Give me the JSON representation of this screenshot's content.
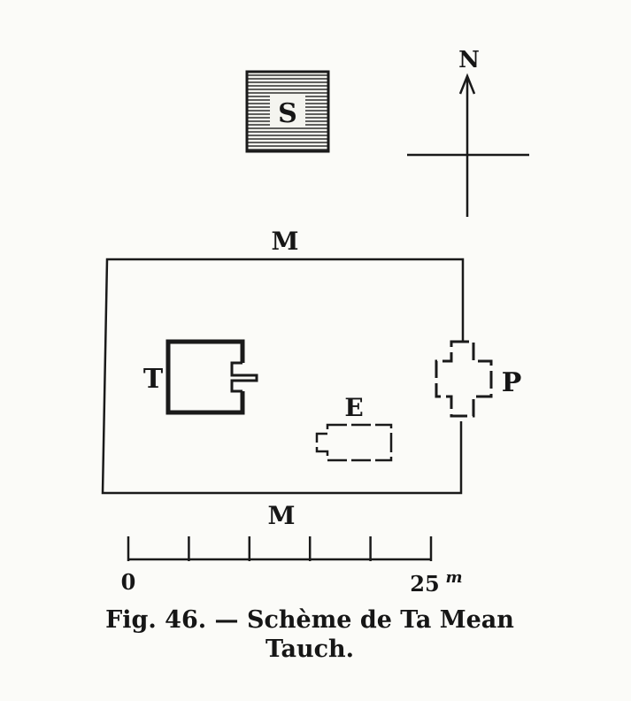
{
  "diagram": {
    "labels": {
      "structure_s": "S",
      "north": "N",
      "wall_top": "M",
      "wall_bottom": "M",
      "temple_t": "T",
      "building_e": "E",
      "gate_p": "P"
    },
    "scale": {
      "start_label": "0",
      "end_label": "25",
      "unit": "m",
      "divisions": 5
    },
    "caption": {
      "line1": "Fig. 46. — Schème de Ta Mean",
      "line2": "Tauch."
    }
  }
}
